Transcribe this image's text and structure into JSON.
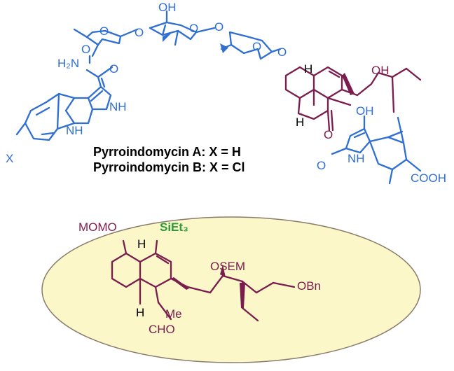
{
  "colors": {
    "blue": "#2f6fd1",
    "maroon": "#7a1d4e",
    "green": "#2a9a3c",
    "black": "#000000",
    "ellipse_fill": "#fbf7c9",
    "ellipse_stroke": "#8a7b6a"
  },
  "natural_product": {
    "caption_a": "Pyrroindomycin A: X = H",
    "caption_b": "Pyrroindomycin B: X = Cl",
    "labels": {
      "oh_sugar": "OH",
      "o_link1": "O",
      "o_link2": "O",
      "o_link3": "O",
      "o_ring1": "O",
      "o_ring2": "O",
      "o_ring3": "O",
      "o_carbamate": "O",
      "h2n": "H₂N",
      "o_carbonyl": "O",
      "nh_pyrrole": "NH",
      "nh_indole": "NH",
      "x_sub": "X",
      "h_top": "H",
      "h_bottom": "H",
      "oh_macro": "OH",
      "oh_tetramate": "OH",
      "o_ketone": "O",
      "o_lactam": "O",
      "nh_lactam": "NH",
      "cooh": "COOH"
    }
  },
  "intermediate": {
    "labels": {
      "momo": "MOMO",
      "h_top": "H",
      "sieta": "SiEt₃",
      "osem": "OSEM",
      "obn": "OBn",
      "h_bottom": "H",
      "me": "Me",
      "cho": "CHO"
    }
  }
}
